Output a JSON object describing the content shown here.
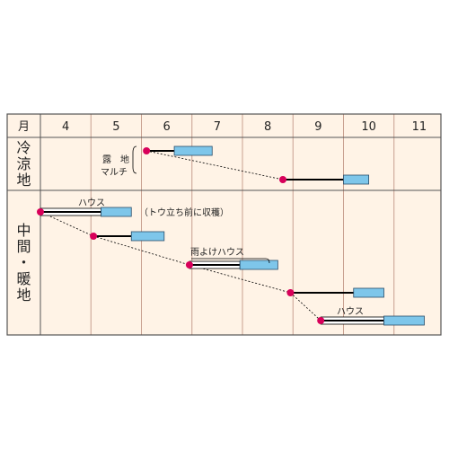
{
  "header": {
    "corner_label": "月",
    "months": [
      "4",
      "5",
      "6",
      "7",
      "8",
      "9",
      "10",
      "11"
    ]
  },
  "regions": [
    {
      "label": [
        "冷",
        "涼",
        "地"
      ]
    },
    {
      "label": [
        "中",
        "間",
        "・",
        "暖",
        "地"
      ]
    }
  ],
  "labels": {
    "open_field": "露　地",
    "mulch": "マルチ",
    "house": "ハウス",
    "bolting_note": "（トウ立ち前に収穫）",
    "rain_shelter": "雨よけハウス",
    "house_autumn": "ハウス"
  },
  "legend_meaning": {
    "sowing": "●",
    "planting": "—",
    "harvest": "■"
  },
  "chart_data": {
    "type": "table",
    "x_axis": {
      "unit": "月",
      "range": [
        4,
        11
      ]
    },
    "rows": [
      {
        "region": "冷涼地",
        "type": "露地/マルチ",
        "sow": 6.1,
        "grow_end": 6.65,
        "harvest": [
          6.65,
          7.4
        ]
      },
      {
        "region": "冷涼地",
        "type": "露地/マルチ",
        "sow": 8.8,
        "grow_end": 10.0,
        "harvest": [
          10.0,
          10.5
        ]
      },
      {
        "region": "中間・暖地",
        "type": "ハウス",
        "sow": 4.0,
        "grow_end": 5.2,
        "harvest": [
          5.2,
          5.8
        ]
      },
      {
        "region": "中間・暖地",
        "type": "露地",
        "sow": 5.05,
        "grow_end": 5.8,
        "harvest": [
          5.8,
          6.45
        ]
      },
      {
        "region": "中間・暖地",
        "type": "雨よけハウス",
        "sow": 6.95,
        "grow_end": 7.95,
        "harvest": [
          7.95,
          8.7
        ]
      },
      {
        "region": "中間・暖地",
        "type": "露地",
        "sow": 8.95,
        "grow_end": 10.2,
        "harvest": [
          10.2,
          10.8
        ]
      },
      {
        "region": "中間・暖地",
        "type": "ハウス",
        "sow": 9.55,
        "grow_end": 10.8,
        "harvest": [
          10.8,
          11.6
        ]
      }
    ],
    "dashed_links": [
      [
        0,
        1
      ],
      [
        2,
        3
      ],
      [
        3,
        4
      ],
      [
        4,
        5
      ],
      [
        5,
        6
      ]
    ],
    "colors": {
      "background": "#fff3e6",
      "grid": "#c8a090",
      "border": "#555555",
      "sow_dot": "#d8005a",
      "harvest_fill": "#7ec6ea",
      "harvest_stroke": "#2a4d6a",
      "line": "#000000"
    }
  }
}
